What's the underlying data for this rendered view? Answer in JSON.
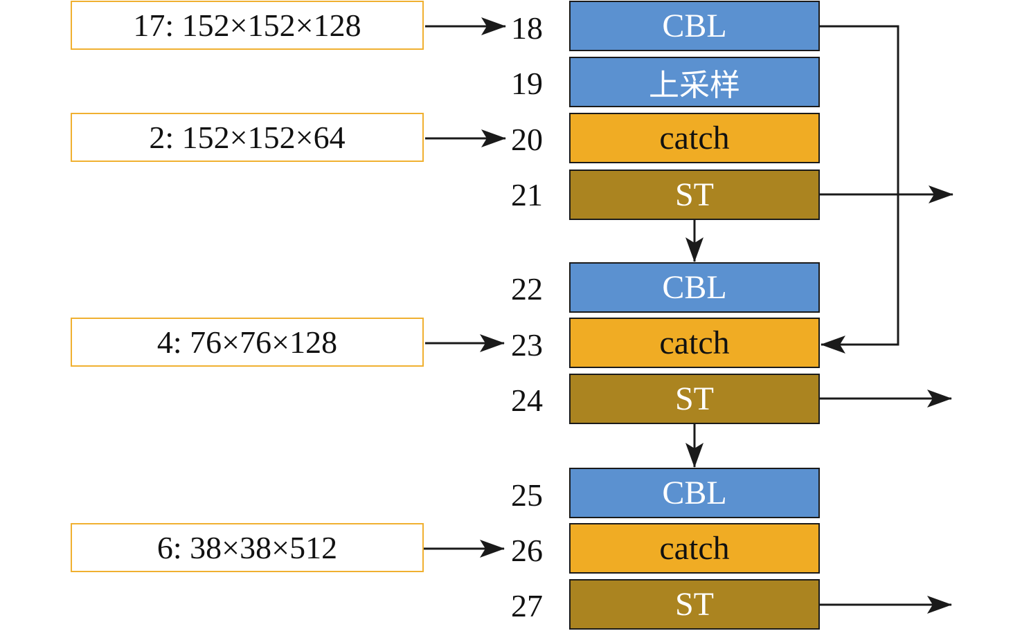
{
  "inputs": [
    {
      "label": "17: 152×152×128"
    },
    {
      "label": "2: 152×152×64"
    },
    {
      "label": "4: 76×76×128"
    },
    {
      "label": "6: 38×38×512"
    }
  ],
  "layers": [
    {
      "index": "18",
      "label": "CBL",
      "kind": "cbl"
    },
    {
      "index": "19",
      "label": "上采样",
      "kind": "upsample"
    },
    {
      "index": "20",
      "label": "catch",
      "kind": "catch"
    },
    {
      "index": "21",
      "label": "ST",
      "kind": "st"
    },
    {
      "index": "22",
      "label": "CBL",
      "kind": "cbl"
    },
    {
      "index": "23",
      "label": "catch",
      "kind": "catch"
    },
    {
      "index": "24",
      "label": "ST",
      "kind": "st"
    },
    {
      "index": "25",
      "label": "CBL",
      "kind": "cbl"
    },
    {
      "index": "26",
      "label": "catch",
      "kind": "catch"
    },
    {
      "index": "27",
      "label": "ST",
      "kind": "st"
    }
  ],
  "colors": {
    "cbl": "#5b91d0",
    "catch": "#f0ac24",
    "st": "#ab8420",
    "input_border": "#f0b030",
    "arrow": "#1a1a1a"
  }
}
